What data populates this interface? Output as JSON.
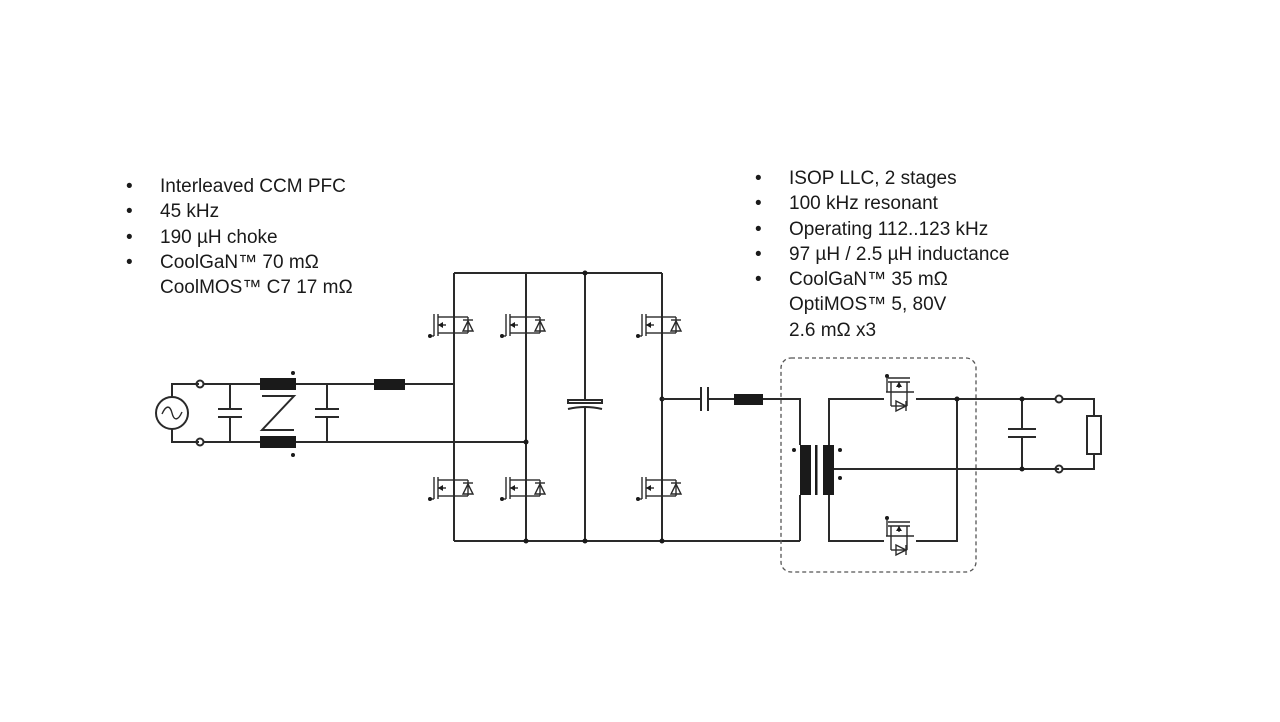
{
  "pfc_specs": [
    {
      "lines": [
        "Interleaved CCM PFC"
      ]
    },
    {
      "lines": [
        "45 kHz"
      ]
    },
    {
      "lines": [
        "190 µH choke"
      ]
    },
    {
      "lines": [
        "CoolGaN™ 70 mΩ",
        "CoolMOS™ C7 17 mΩ"
      ]
    }
  ],
  "llc_specs": [
    {
      "lines": [
        "ISOP LLC, 2 stages"
      ]
    },
    {
      "lines": [
        "100 kHz resonant"
      ]
    },
    {
      "lines": [
        "Operating 112..123 kHz"
      ]
    },
    {
      "lines": [
        "97 µH / 2.5 µH inductance"
      ]
    },
    {
      "lines": [
        "CoolGaN™ 35 mΩ",
        "OptiMOS™ 5, 80V",
        "2.6 mΩ x3"
      ]
    }
  ],
  "bullet_glyph": "•"
}
